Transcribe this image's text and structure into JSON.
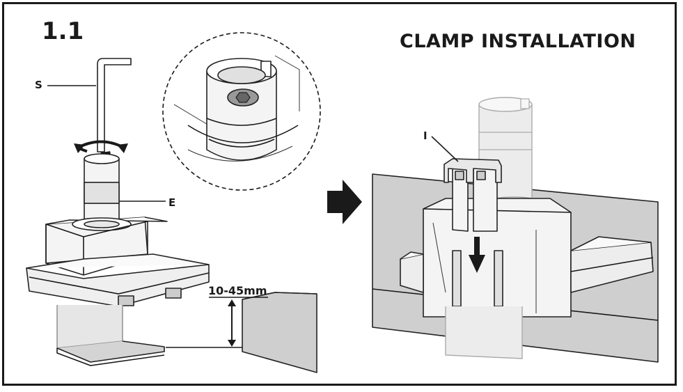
{
  "step_number": "1.1",
  "title": "CLAMP INSTALLATION",
  "labels": {
    "hex_key": "S",
    "pole": "E",
    "cover": "I"
  },
  "dimension": "10-45mm",
  "colors": {
    "line": "#1a1a1a",
    "part_fill": "#f4f4f4",
    "part_shade": "#d9d9d9",
    "desk_fill": "#cfcfcf",
    "faded_fill": "#e6e6e6"
  },
  "icons": [
    "rotation-arrow-icon",
    "right-arrow-icon",
    "down-arrow-icon"
  ]
}
